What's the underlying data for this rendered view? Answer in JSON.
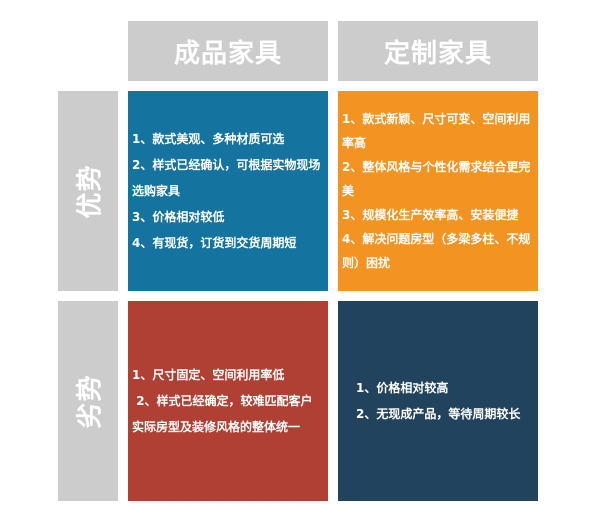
{
  "headers": {
    "col1": "成品家具",
    "col2": "定制家具"
  },
  "rows": {
    "advantages": "优势",
    "disadvantages": "劣势"
  },
  "colors": {
    "header_bg": "#cccccc",
    "finished_advantages": "#14739f",
    "custom_advantages": "#f39321",
    "finished_disadvantages": "#b04033",
    "custom_disadvantages": "#21435e"
  },
  "cells": {
    "finished_advantages": [
      "1、款式美观、多种材质可选",
      "2、样式已经确认，可根据实物现场选购家具",
      "3、价格相对较低",
      "4、有现货，订货到交货周期短"
    ],
    "custom_advantages": [
      "1、款式新颖、尺寸可变、空间利用率高",
      "2、整体风格与个性化需求结合更完美",
      "3、规模化生产效率高、安装便捷",
      "4、解决问题房型（多梁多柱、不规则）困扰"
    ],
    "finished_disadvantages": [
      "1、尺寸固定、空间利用率低",
      " 2、样式已经确定，较难匹配客户实际房型及装修风格的整体统一"
    ],
    "custom_disadvantages": [
      "1、价格相对较高",
      "2、无现成产品，等待周期较长"
    ]
  }
}
